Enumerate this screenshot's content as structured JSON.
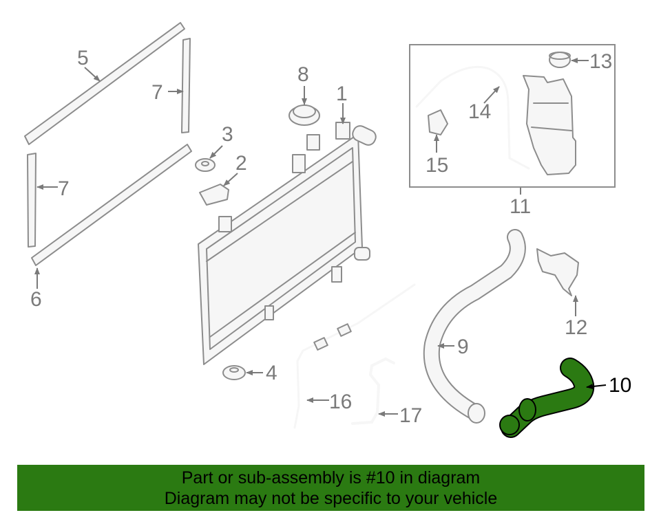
{
  "diagram": {
    "callouts": [
      {
        "id": "1",
        "text": "1"
      },
      {
        "id": "2",
        "text": "2"
      },
      {
        "id": "3",
        "text": "3"
      },
      {
        "id": "4",
        "text": "4"
      },
      {
        "id": "5",
        "text": "5"
      },
      {
        "id": "6",
        "text": "6"
      },
      {
        "id": "7a",
        "text": "7"
      },
      {
        "id": "7b",
        "text": "7"
      },
      {
        "id": "8",
        "text": "8"
      },
      {
        "id": "9",
        "text": "9"
      },
      {
        "id": "10",
        "text": "10"
      },
      {
        "id": "11",
        "text": "11"
      },
      {
        "id": "12",
        "text": "12"
      },
      {
        "id": "13",
        "text": "13"
      },
      {
        "id": "14",
        "text": "14"
      },
      {
        "id": "15",
        "text": "15"
      },
      {
        "id": "16",
        "text": "16"
      },
      {
        "id": "17",
        "text": "17"
      }
    ],
    "highlight_part": "10",
    "colors": {
      "line": "#8c8c8c",
      "highlight": "#2b7a12",
      "banner_bg": "#2b7a12"
    }
  },
  "banner": {
    "line1": "Part or sub-assembly is #10 in diagram",
    "line2": "Diagram may not be specific to your vehicle"
  }
}
